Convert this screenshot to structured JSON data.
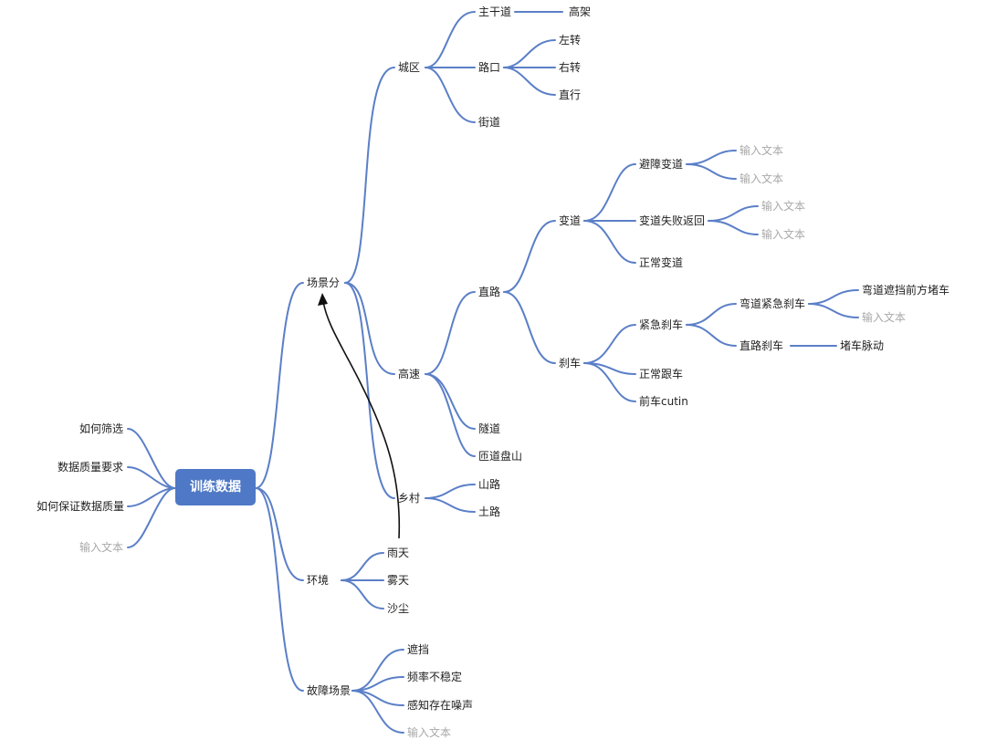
{
  "root": "训练数据",
  "left_topics": [
    "如何筛选",
    "数据质量要求",
    "如何保证数据质量",
    "输入文本"
  ],
  "scene": {
    "label": "场景分",
    "city": {
      "label": "城区",
      "main_road": "主干道",
      "elevated": "高架",
      "intersection": "路口",
      "left_turn": "左转",
      "right_turn": "右转",
      "straight": "直行",
      "street": "街道"
    },
    "highway": {
      "label": "高速",
      "straight_road": "直路",
      "lane_change": {
        "label": "变道",
        "avoid": "避障变道",
        "avoid_items": [
          "输入文本",
          "输入文本"
        ],
        "failed_return": "变道失败返回",
        "failed_items": [
          "输入文本",
          "输入文本"
        ],
        "normal": "正常变道"
      },
      "brake": {
        "label": "刹车",
        "emergency": "紧急刹车",
        "curve_emergency": "弯道紧急刹车",
        "curve_items": [
          "弯道遮挡前方堵车",
          "输入文本"
        ],
        "straight_brake": "直路刹车",
        "jam_pulse": "堵车脉动",
        "follow": "正常跟车",
        "cutin": "前车cutin"
      },
      "tunnel": "隧道",
      "ramp": "匝道盘山"
    },
    "rural": {
      "label": "乡村",
      "mountain": "山路",
      "dirt": "土路"
    }
  },
  "environment": {
    "label": "环境",
    "rain": "雨天",
    "fog": "雾天",
    "dust": "沙尘"
  },
  "fault": {
    "label": "故障场景",
    "occlusion": "遮挡",
    "unstable_freq": "频率不稳定",
    "noise": "感知存在噪声",
    "placeholder": "输入文本"
  },
  "colors": {
    "branch": "#5b7fc7",
    "root_fill": "#4f79c6",
    "placeholder_text": "#a8a8a8",
    "arrow": "#111111"
  }
}
